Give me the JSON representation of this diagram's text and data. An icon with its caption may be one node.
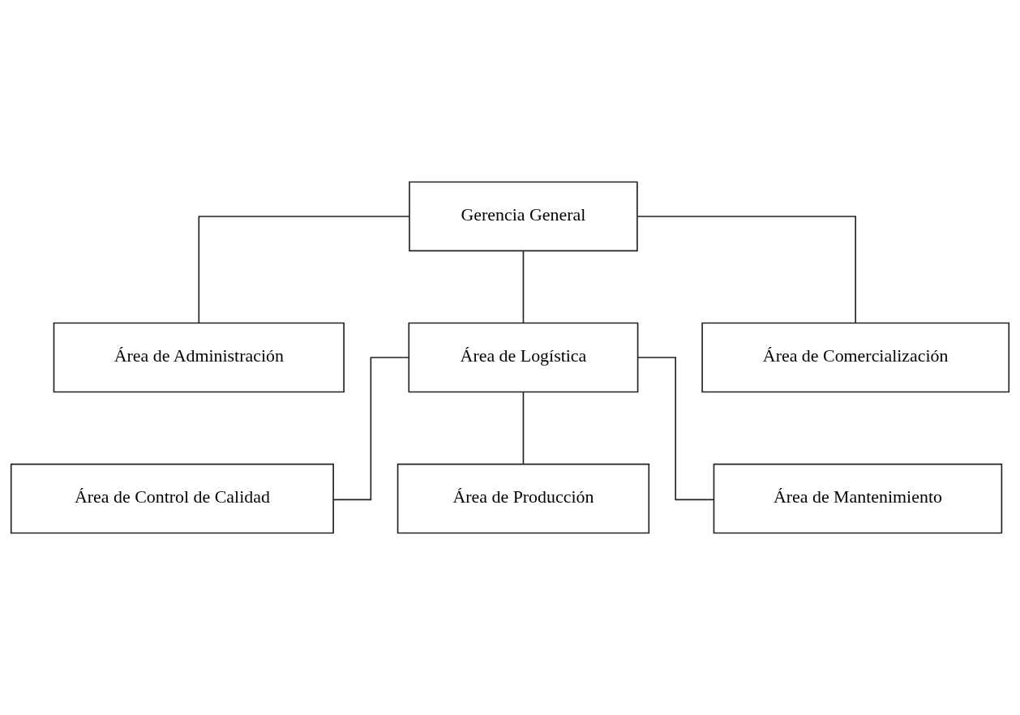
{
  "diagram": {
    "nodes": [
      {
        "text": [
          "Gerencia General"
        ]
      },
      {
        "text": [
          "Área de Administración"
        ]
      },
      {
        "text": [
          "Área de Logística"
        ]
      },
      {
        "text": [
          "Área de Comercialización"
        ]
      },
      {
        "text": [
          "Área de Control de Calidad"
        ]
      },
      {
        "text": [
          "Área de Producción"
        ]
      },
      {
        "text": [
          "Área de Mantenimiento"
        ]
      }
    ],
    "edges": [
      {
        "from": 0,
        "to": 1,
        "arrow": "none"
      },
      {
        "from": 0,
        "to": 2,
        "arrow": "none"
      },
      {
        "from": 0,
        "to": 3,
        "arrow": "none"
      },
      {
        "from": 2,
        "to": 4,
        "arrow": "none"
      },
      {
        "from": 2,
        "to": 5,
        "arrow": "none"
      },
      {
        "from": 2,
        "to": 6,
        "arrow": "none"
      }
    ]
  }
}
